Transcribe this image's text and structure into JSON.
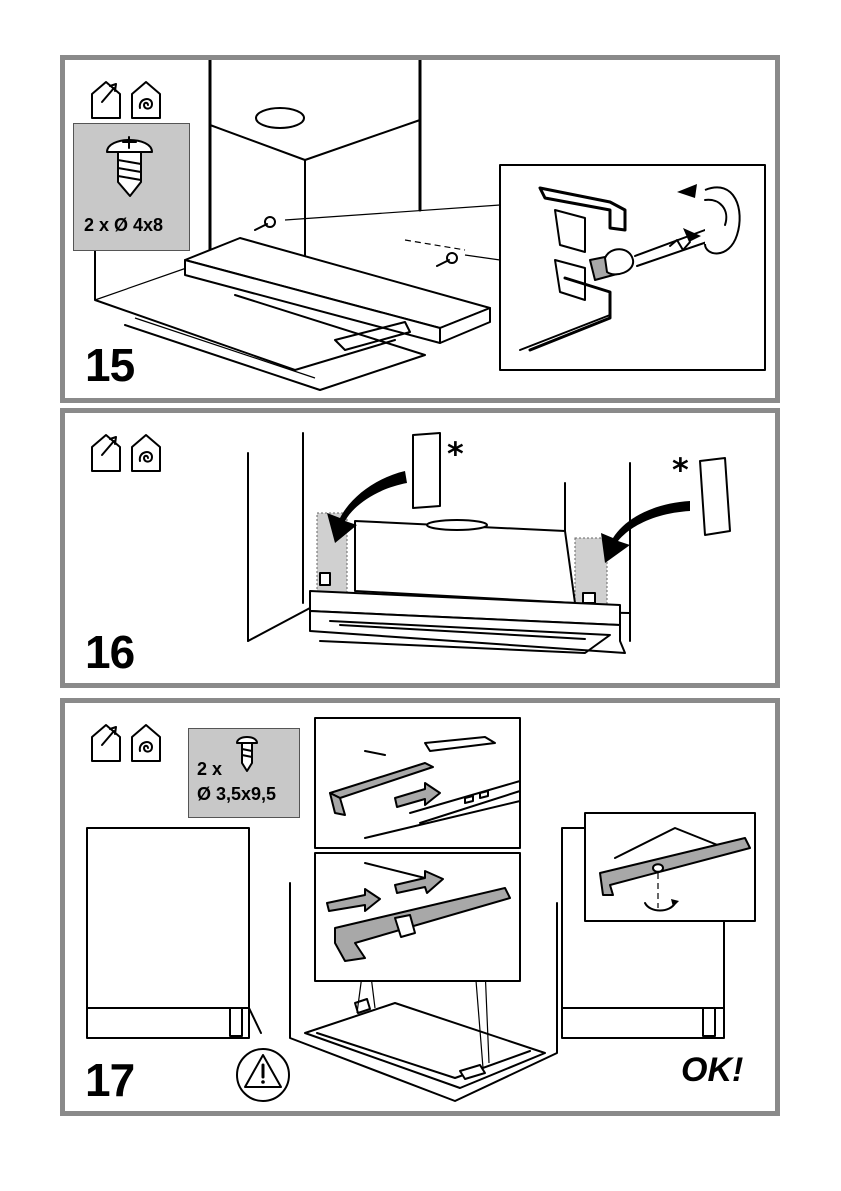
{
  "steps": [
    {
      "number": "15",
      "screw_label": "2 x Ø 4x8"
    },
    {
      "number": "16"
    },
    {
      "number": "17",
      "screw_label_line1": "2 x",
      "screw_label_line2": "Ø 3,5x9,5",
      "ok_label": "OK!"
    }
  ],
  "marks": {
    "asterisk": "*"
  },
  "icons": {
    "installation": [
      "external-venting-house-icon",
      "recirculation-house-icon"
    ],
    "screw": "screw-icon",
    "warning": "warning-triangle-icon",
    "rotate": "rotation-arrow-icon"
  },
  "colors": {
    "panel_border": "#8a8a8a",
    "screw_box": "#c8c8c8",
    "highlight": "#d0d0d0",
    "part_fill": "#a8a8a8"
  }
}
